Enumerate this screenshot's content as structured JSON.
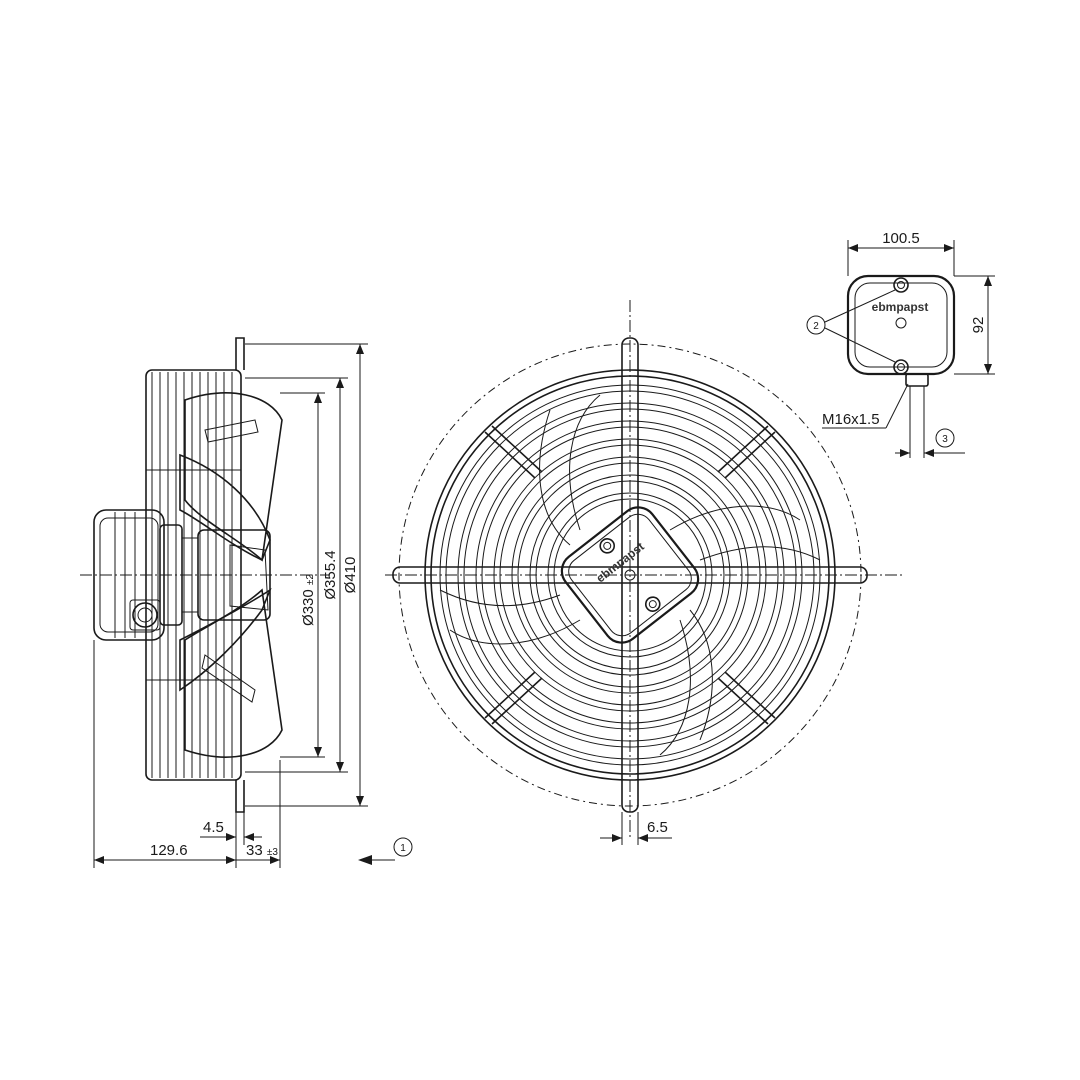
{
  "side_view": {
    "dim_diameter_330": "Ø330",
    "dim_diameter_330_tol": "±2",
    "dim_diameter_355": "Ø355.4",
    "dim_diameter_410": "Ø410",
    "dim_4_5": "4.5",
    "dim_129_6": "129.6",
    "dim_33": "33",
    "dim_33_tol": "±3",
    "marker_1": "1"
  },
  "front_view": {
    "brand_label": "ebmpapst",
    "dim_6_5": "6.5"
  },
  "terminal_box": {
    "dim_width": "100.5",
    "dim_height": "92",
    "brand_label": "ebmpapst",
    "marker_2": "2",
    "marker_3": "3",
    "thread_label": "M16x1.5"
  }
}
